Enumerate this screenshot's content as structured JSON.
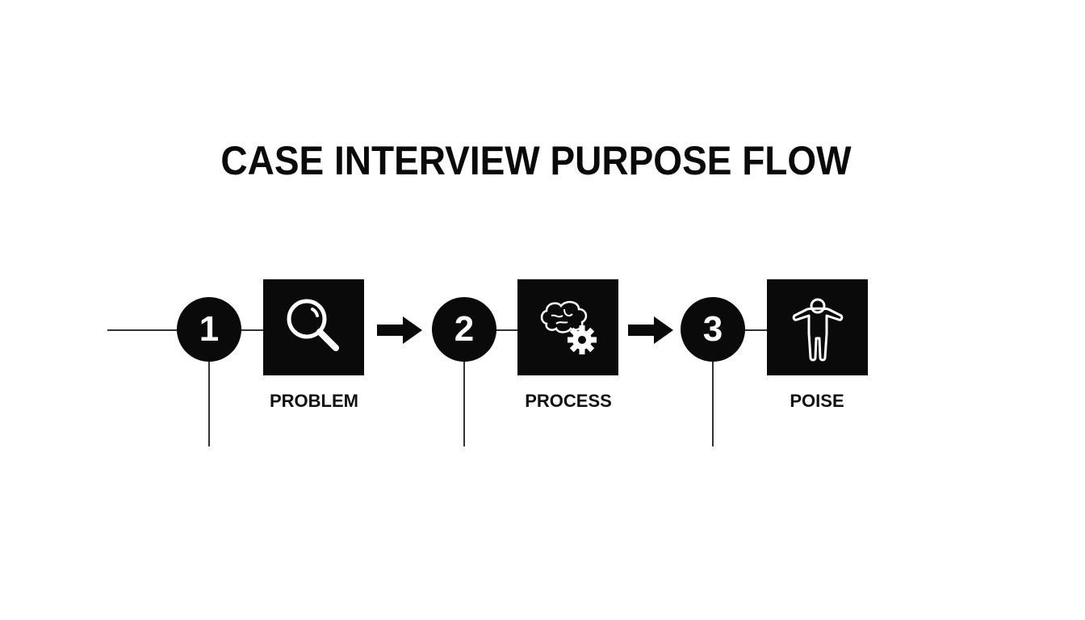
{
  "title": "CASE INTERVIEW PURPOSE FLOW",
  "steps": [
    {
      "number": "1",
      "label": "PROBLEM",
      "icon": "magnifying-glass-icon"
    },
    {
      "number": "2",
      "label": "PROCESS",
      "icon": "brain-gear-icon"
    },
    {
      "number": "3",
      "label": "POISE",
      "icon": "person-arms-raised-icon"
    }
  ],
  "colors": {
    "primary": "#0a0a0a",
    "background": "#ffffff",
    "line": "#333333"
  }
}
